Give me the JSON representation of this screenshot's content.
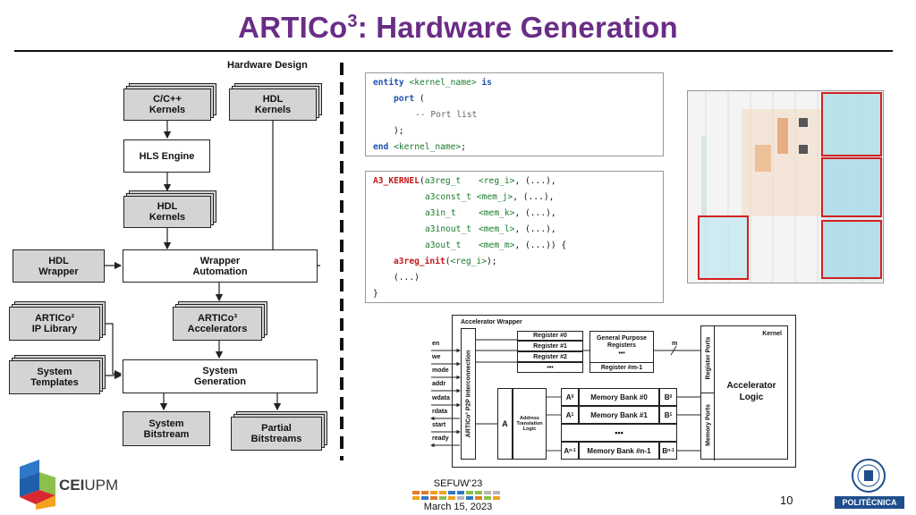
{
  "title": {
    "main": "ARTICo",
    "sup": "3",
    "rest": ": Hardware Generation"
  },
  "flow": {
    "heading": "Hardware Design",
    "cpp_kernels": "C/C++\nKernels",
    "hdl_kernels_top": "HDL\nKernels",
    "hls_engine": "HLS Engine",
    "hdl_kernels_mid": "HDL\nKernels",
    "hdl_wrapper": "HDL\nWrapper",
    "wrapper_automation": "Wrapper\nAutomation",
    "ip_library": "ARTICo³\nIP Library",
    "accelerators": "ARTICo³\nAccelerators",
    "system_templates": "System\nTemplates",
    "system_generation": "System\nGeneration",
    "system_bitstream": "System\nBitstream",
    "partial_bitstreams": "Partial\nBitstreams"
  },
  "code1": {
    "l1_kw": "entity",
    "l1_name": "<kernel_name>",
    "l1_is": "is",
    "l2_kw": "port",
    "l2_rest": " (",
    "l3": "-- Port list",
    "l4": ");",
    "l5_kw": "end",
    "l5_name": "<kernel_name>",
    "l5_end": ";"
  },
  "code2": {
    "l1_fn": "A3_KERNEL",
    "l1_a": "(",
    "l1_t": "a3reg_t",
    "l1_v": "<reg_i>",
    "l1_e": ", (...),",
    "l2_t": "a3const_t",
    "l2_v": "<mem_j>",
    "l2_e": ", (...),",
    "l3_t": "a3in_t",
    "l3_v": "<mem_k>",
    "l3_e": ", (...),",
    "l4_t": "a3inout_t",
    "l4_v": "<mem_l>",
    "l4_e": ", (...),",
    "l5_t": "a3out_t",
    "l5_v": "<mem_m>",
    "l5_e": ", (...)) {",
    "l6_fn": "a3reg_init",
    "l6_a": "(",
    "l6_v": "<reg_i>",
    "l6_e": ");",
    "l7": "(...)",
    "l8": "}"
  },
  "wrapper": {
    "title": "Accelerator Wrapper",
    "interconnect": "ARTICo³ P2P Interconnection",
    "signals": [
      "en",
      "we",
      "mode",
      "addr",
      "wdata",
      "rdata",
      "start",
      "ready"
    ],
    "registers": [
      "Register #0",
      "Register #1",
      "Register #2",
      "•••"
    ],
    "gp_title": "General Purpose\nRegisters",
    "gp_dots": "•••",
    "gp_last": "Register #m-1",
    "m_label": "m",
    "kernel": "Kernel",
    "register_ports": "Register Ports",
    "memory_ports": "Memory Ports",
    "accel_logic": "Accelerator\nLogic",
    "a_label": "A",
    "address_translation": "Address\nTranslation\nLogic",
    "banks": [
      "Memory Bank #0",
      "Memory Bank #1",
      "•••",
      "Memory Bank #n-1"
    ],
    "a_ports": [
      "A",
      "A",
      "A"
    ],
    "a_subs": [
      "0",
      "1",
      "n-1"
    ],
    "b_ports": [
      "B",
      "B",
      "B"
    ],
    "b_subs": [
      "0",
      "1",
      "n-1"
    ]
  },
  "footer": {
    "logo_left": "CEI",
    "logo_left2": "UPM",
    "event": "SEFUW’23",
    "date": "March 15, 2023",
    "page": "10",
    "logo_right": "POLITÉCNICA"
  },
  "colors": {
    "title": "#6a2d86",
    "keyword": "#1e4fb0",
    "type": "#1b7a2c",
    "macro": "#c21818"
  }
}
